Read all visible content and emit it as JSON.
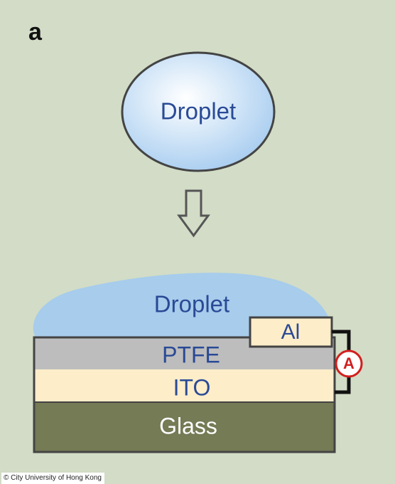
{
  "panel_label": "a",
  "top_droplet": {
    "label": "Droplet"
  },
  "device": {
    "droplet_label": "Droplet",
    "electrode_label": "Al",
    "layers": [
      "PTFE",
      "ITO",
      "Glass"
    ],
    "meter_label": "A"
  },
  "credit": "© City University of Hong Kong",
  "colors": {
    "background": "#d2dcc6",
    "droplet": "#a7ccec",
    "droplet_text": "#2a4a96",
    "ptfe": "#bdbdbd",
    "ito": "#fdedc9",
    "glass": "#747b55",
    "meter": "#d11f1f"
  }
}
